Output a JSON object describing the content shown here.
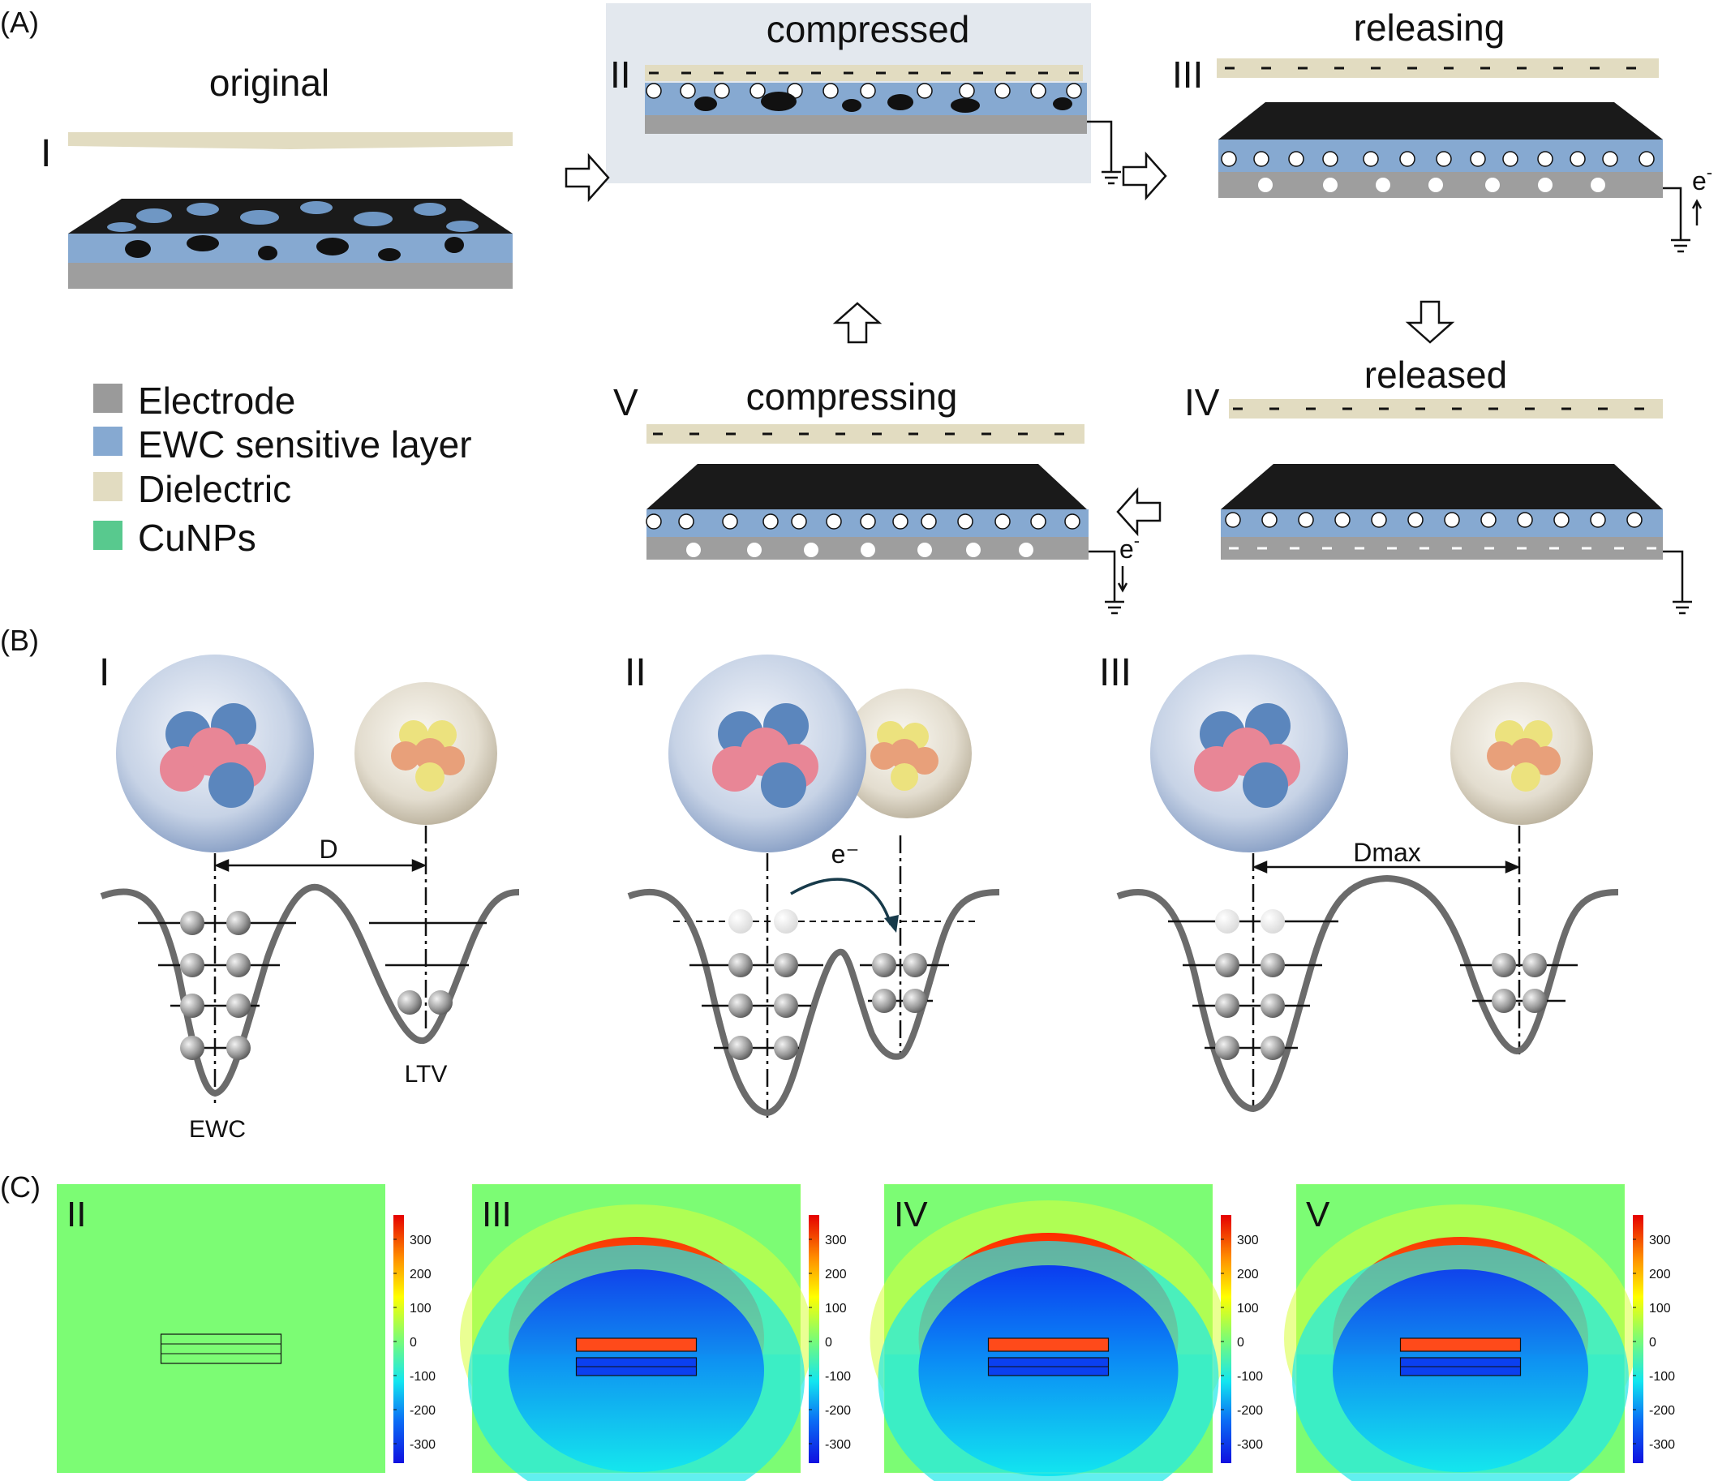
{
  "panel_a": {
    "label": "(A)",
    "stages": [
      {
        "roman": "I",
        "title": "original"
      },
      {
        "roman": "II",
        "title": "compressed"
      },
      {
        "roman": "III",
        "title": "releasing"
      },
      {
        "roman": "IV",
        "title": "released"
      },
      {
        "roman": "V",
        "title": "compressing"
      }
    ],
    "electron": "e",
    "electron_sup": "-",
    "legend": [
      {
        "label": "Electrode",
        "color": "#9a9a9a"
      },
      {
        "label": "EWC sensitive layer",
        "color": "#86a9d1"
      },
      {
        "label": "Dielectric",
        "color": "#e2dcc1"
      },
      {
        "label": "CuNPs",
        "color": "#58c98e"
      }
    ]
  },
  "panel_b": {
    "label": "(B)",
    "subpanels": [
      {
        "roman": "I",
        "distance_label": "D",
        "well_left_label": "EWC",
        "well_right_label": "LTV"
      },
      {
        "roman": "II",
        "electron_label": "e⁻"
      },
      {
        "roman": "III",
        "distance_label": "Dmax"
      }
    ]
  },
  "panel_c": {
    "label": "(C)",
    "maps": [
      {
        "roman": "II",
        "intensity": 0.0
      },
      {
        "roman": "III",
        "intensity": 0.75
      },
      {
        "roman": "IV",
        "intensity": 1.0
      },
      {
        "roman": "V",
        "intensity": 0.75
      }
    ],
    "colorbar_ticks": [
      "300",
      "200",
      "100",
      "0",
      "-100",
      "-200",
      "-300"
    ],
    "colormap": [
      "#1010e0",
      "#0b6cf5",
      "#12e6f0",
      "#7cfc74",
      "#ffff00",
      "#ff8c00",
      "#e50000"
    ]
  }
}
